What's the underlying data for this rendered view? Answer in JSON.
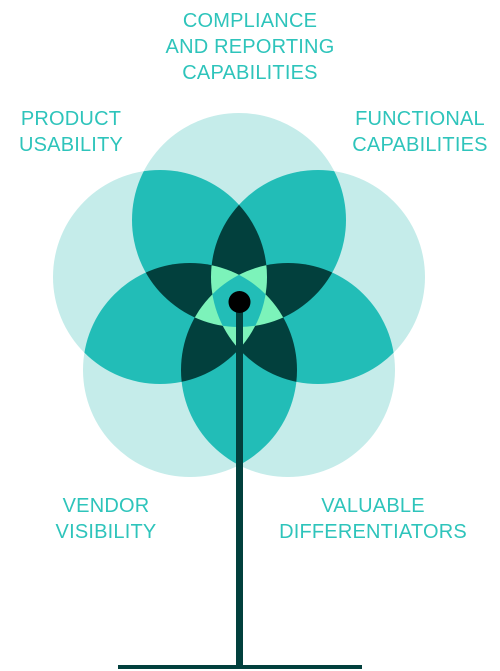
{
  "colors": {
    "light": "#c5ecea",
    "teal": "#22bdb7",
    "dark": "#02403d",
    "mint": "#7cf3ba",
    "label": "#2ec4bb"
  },
  "petals": [
    {
      "key": "compliance",
      "lines": [
        "COMPLIANCE",
        "AND REPORTING",
        "CAPABILITIES"
      ]
    },
    {
      "key": "functional",
      "lines": [
        "FUNCTIONAL",
        "CAPABILITIES"
      ]
    },
    {
      "key": "valuable",
      "lines": [
        "VALUABLE",
        "DIFFERENTIATORS"
      ]
    },
    {
      "key": "vendor",
      "lines": [
        "VENDOR",
        "VISIBILITY"
      ]
    },
    {
      "key": "product",
      "lines": [
        "PRODUCT",
        "USABILITY"
      ]
    }
  ]
}
